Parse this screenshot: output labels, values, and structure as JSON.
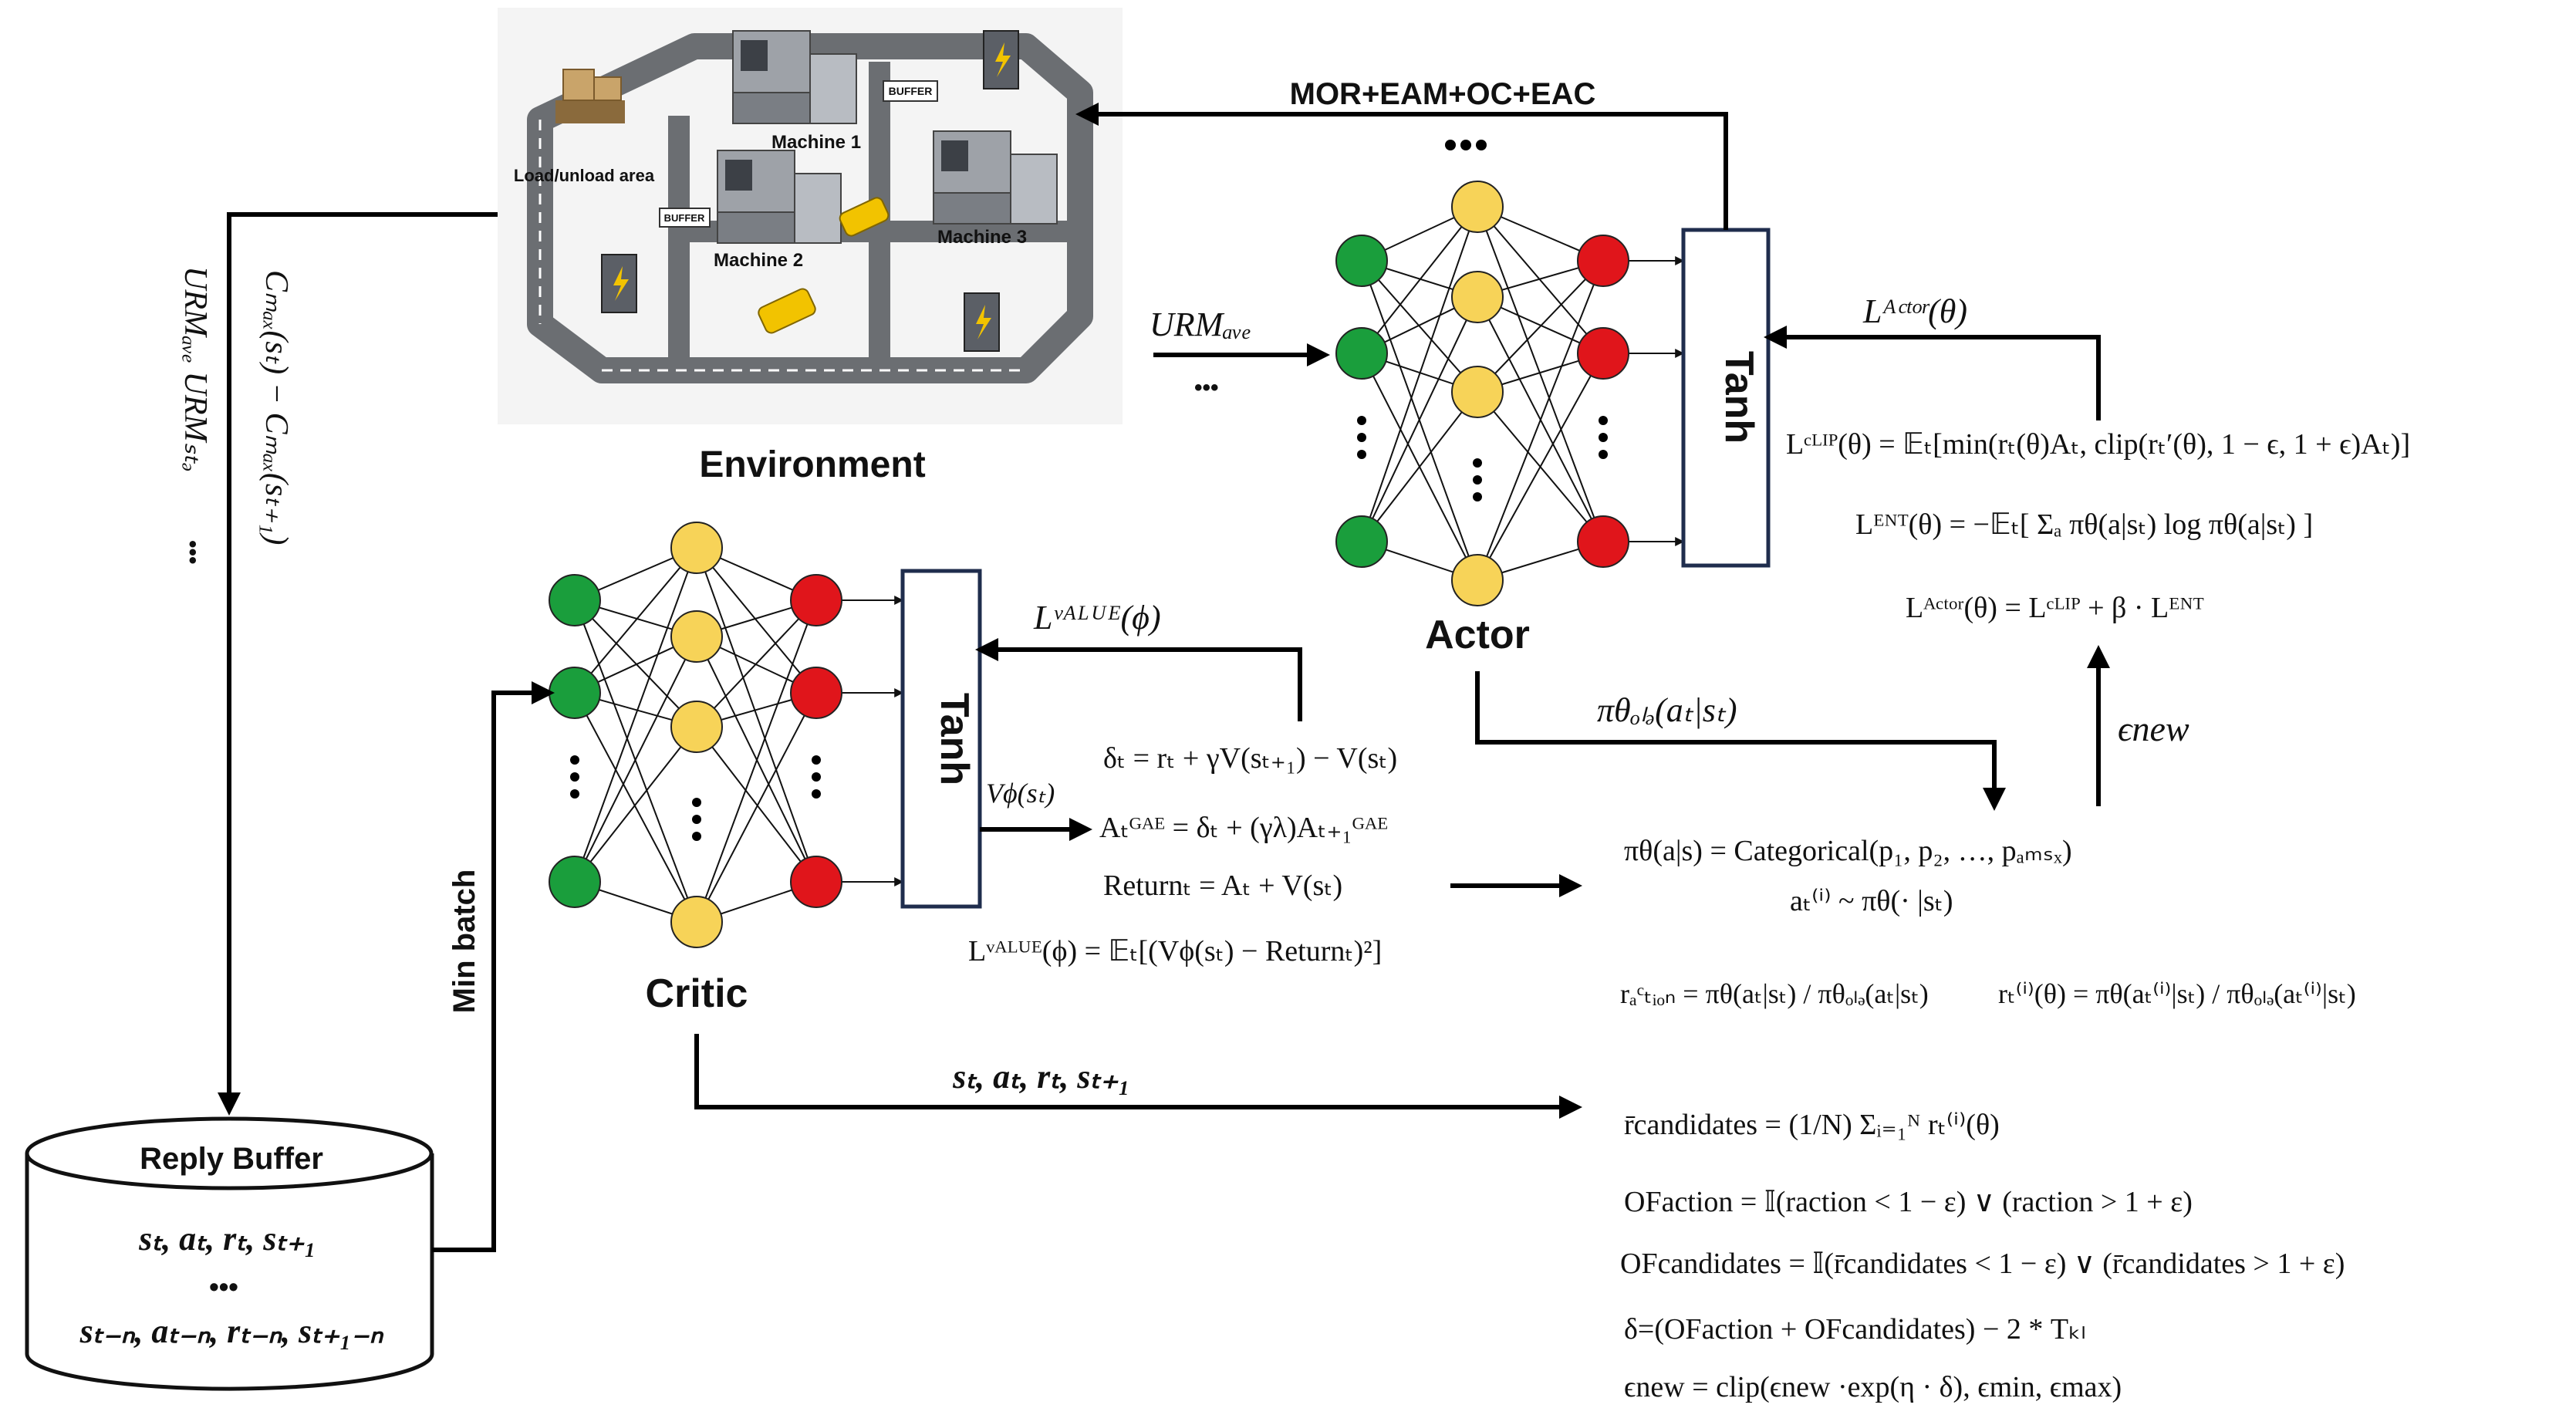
{
  "environment": {
    "title": "Environment",
    "labels": {
      "load_area": "Load/unload area",
      "machine1": "Machine 1",
      "machine2": "Machine 2",
      "machine3": "Machine 3",
      "buffer": "BUFFER"
    }
  },
  "actor": {
    "title": "Actor",
    "activation": "Tanh"
  },
  "critic": {
    "title": "Critic",
    "activation": "Tanh"
  },
  "buffer": {
    "title": "Reply Buffer",
    "line1": "sₜ, aₜ, rₜ, sₜ₊₁",
    "ellipsis": "•••",
    "line2": "sₜ₋ₙ, aₜ₋ₙ, rₜ₋ₙ, sₜ₊₁₋ₙ"
  },
  "edges": {
    "actions": "MOR+EAM+OC+EAC",
    "urm_ave": "URMₐᵥₑ",
    "ellipsis": "•••",
    "state_vertical_1": "URMₐᵥₑ URMₛₜₔ",
    "state_vertical_2": "Cₘₐₓ(sₜ) − Cₘₐₓ(sₜ₊₁)",
    "min_batch": "Min batch",
    "l_actor": "Lᴬᶜᵗᵒʳ(θ)",
    "l_value": "Lᵛᴬᴸᵁᴱ(ϕ)",
    "pi_old": "πθₒₗₔ(aₜ|sₜ)",
    "eps_new": "ϵnew",
    "v_phi": "Vϕ(sₜ)",
    "transition": "sₜ, aₜ, rₜ, sₜ₊₁"
  },
  "actor_equations": [
    "Lᶜᴸᴵᴾ(θ) = 𝔼ₜ[min(rₜ(θ)Aₜ, clip(rₜ′(θ), 1 − ϵ, 1 + ϵ)Aₜ)]",
    "Lᴱᴺᵀ(θ) = −𝔼ₜ[ Σₐ πθ(a|sₜ) log πθ(a|sₜ) ]",
    "Lᴬᶜᵗᵒʳ(θ) = Lᶜᴸᴵᴾ + β · Lᴱᴺᵀ"
  ],
  "critic_equations": [
    "δₜ = rₜ + γV(sₜ₊₁) − V(sₜ)",
    "Aₜᴳᴬᴱ = δₜ + (γλ)Aₜ₊₁ᴳᴬᴱ",
    "Returnₜ = Aₜ + V(sₜ)",
    "Lᵛᴬᴸᵁᴱ(ϕ) = 𝔼ₜ[(Vϕ(sₜ) − Returnₜ)²]"
  ],
  "policy_equations": [
    "πθ(a|s) = Categorical(p₁, p₂, …, pₐₘₛₓ)",
    "aₜ⁽ⁱ⁾ ~ πθ(· |sₜ)",
    "rₐᶜₜᵢₒₙ = πθ(aₜ|sₜ) / πθₒₗₔ(aₜ|sₜ)",
    "rₜ⁽ⁱ⁾(θ) = πθ(aₜ⁽ⁱ⁾|sₜ) / πθₒₗₔ(aₜ⁽ⁱ⁾|sₜ)",
    "r̄candidates = (1/N) Σᵢ₌₁ᴺ rₜ⁽ⁱ⁾(θ)",
    "OFaction = 𝕀(raction < 1 − ε) ∨ (raction > 1 + ε)",
    "OFcandidates = 𝕀(r̄candidates < 1 − ε) ∨ (r̄candidates > 1 + ε)",
    "δ=(OFaction + OFcandidates) − 2 * Tₖₗ",
    "ϵnew = clip(ϵnew ·exp(η · δ), ϵmin, ϵmax)"
  ],
  "colors": {
    "input": "#1a9e3c",
    "hidden": "#f7d358",
    "output": "#e0151b",
    "box_border": "#1f2d4d",
    "road": "#6b6e72"
  }
}
